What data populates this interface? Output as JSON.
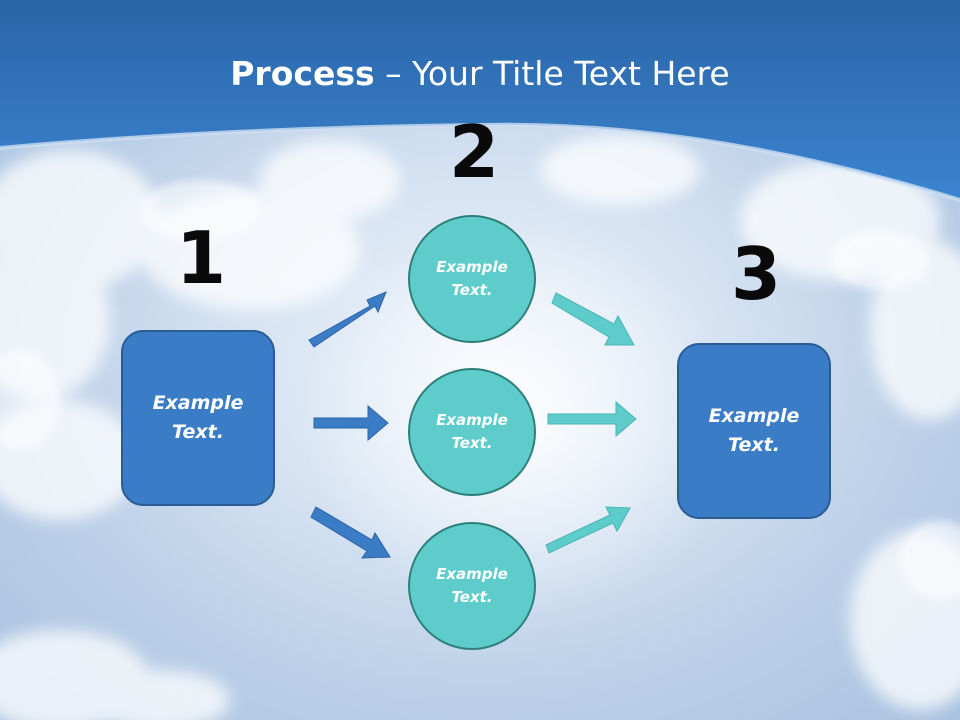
{
  "title": {
    "bold": "Process",
    "rest": " – Your Title Text Here"
  },
  "steps": {
    "n1": "1",
    "n2": "2",
    "n3": "3"
  },
  "left_box": {
    "text": "Example\nText."
  },
  "right_box": {
    "text": "Example\nText."
  },
  "circles": [
    {
      "text": "Example\nText."
    },
    {
      "text": "Example\nText."
    },
    {
      "text": "Example\nText."
    }
  ],
  "colors": {
    "header_blue": "#2f73bf",
    "box_blue": "#3a7cc6",
    "circle_teal": "#5fcccc",
    "arrow_blue": "#3a7cc6",
    "arrow_teal": "#5fcccc"
  }
}
